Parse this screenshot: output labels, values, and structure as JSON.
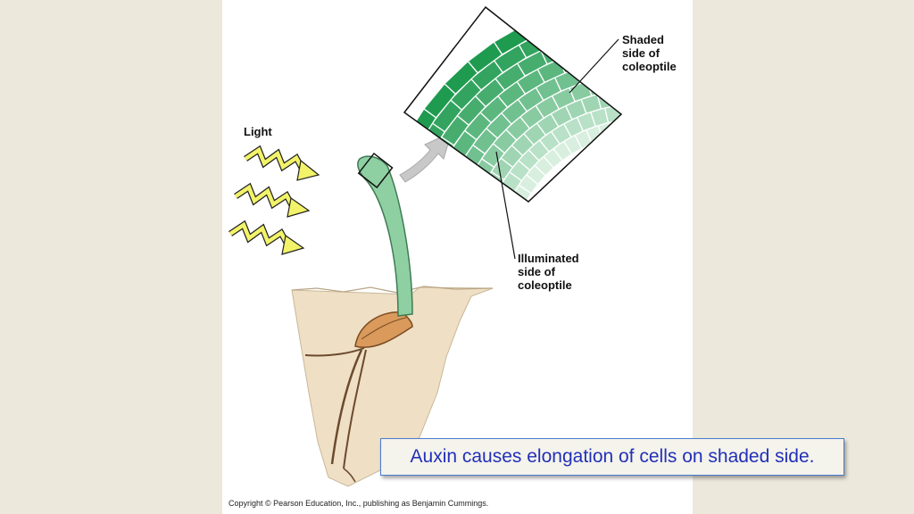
{
  "diagram": {
    "light_label": "Light",
    "shaded_label": [
      "Shaded",
      "side of",
      "coleoptile"
    ],
    "illuminated_label": [
      "Illuminated",
      "side of",
      "coleoptile"
    ]
  },
  "caption": "Auxin causes elongation of cells on shaded side.",
  "copyright": "Copyright © Pearson Education, Inc., publishing as Benjamin Cummings.",
  "colors": {
    "slide_background": "#ece8dc",
    "caption_text": "#2230b8",
    "caption_border": "#4b7bd0",
    "light_rays": "#f3f36a",
    "coleoptile": "#8fd0a2",
    "shaded_cells": "#1f9b50",
    "illuminated_cells": "#d8efdf",
    "soil": "#efdfc4",
    "seed": "#d99a5c"
  }
}
